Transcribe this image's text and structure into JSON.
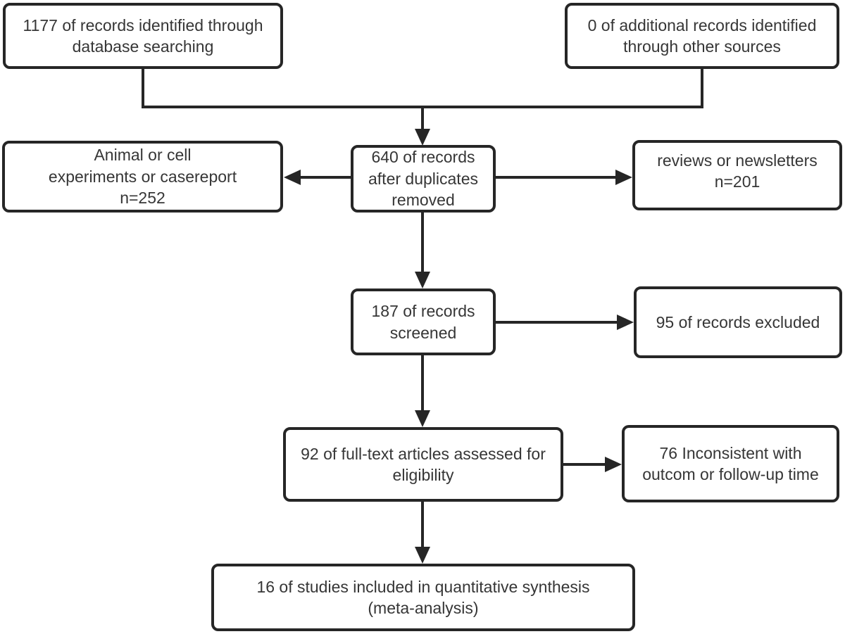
{
  "colors": {
    "line": "#262626",
    "text": "#363636",
    "background": "#ffffff"
  },
  "diagram": {
    "type": "flowchart",
    "boxes": {
      "identified": "1177 of records identified through\ndatabase searching",
      "additional": "0 of additional records identified\nthrough other sources",
      "animal": "Animal or cell\nexperiments or casereport\nn=252",
      "duplicates": "640 of records\nafter duplicates\nremoved",
      "reviews": "reviews or newsletters\nn=201",
      "screened": "187 of records\nscreened",
      "excluded": "95 of records excluded",
      "fulltext": "92 of full-text articles assessed for\neligibility",
      "inconsistent": "76 Inconsistent with\noutcom or follow-up time",
      "included": "16 of studies included in quantitative synthesis\n(meta-analysis)"
    }
  }
}
